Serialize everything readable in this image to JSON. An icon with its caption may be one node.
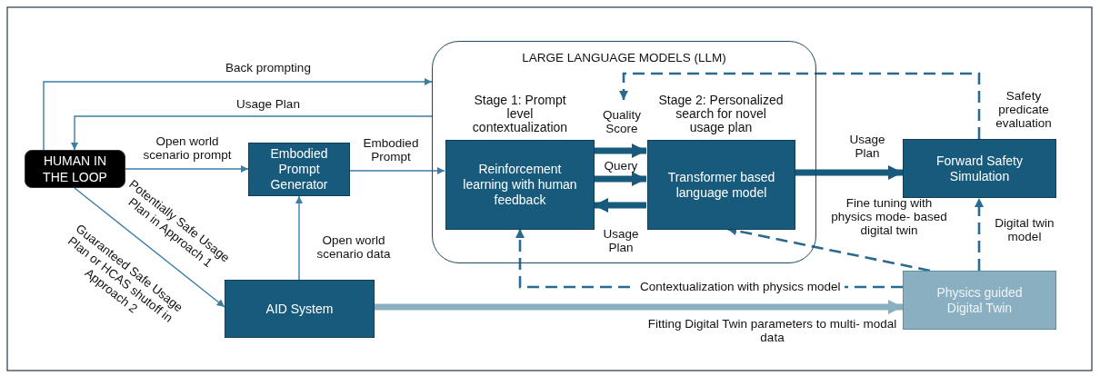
{
  "diagram": {
    "nodes": [
      {
        "text": [
          "LARGE LANGUAGE MODELS (LLM)"
        ]
      },
      {
        "text": [
          "HUMAN IN THE LOOP"
        ]
      },
      {
        "text": [
          "Embodied Prompt Generator"
        ]
      },
      {
        "text": [
          "Reinforcement learning with human feedback"
        ],
        "in": 0,
        "beside": [
          "Stage 1: Prompt level contextualization"
        ]
      },
      {
        "text": [
          "Transformer based language model"
        ],
        "in": 0,
        "beside": [
          "Stage 2: Personalized search for novel usage plan"
        ]
      },
      {
        "text": [
          "Forward Safety Simulation"
        ]
      },
      {
        "text": [
          "AID System"
        ]
      },
      {
        "text": [
          "Physics guided Digital Twin"
        ]
      }
    ],
    "edges": [
      {
        "from": 1,
        "to": 0,
        "arrow": "to",
        "label": "Back prompting"
      },
      {
        "from": 0,
        "to": 1,
        "arrow": "to",
        "label": "Usage Plan"
      },
      {
        "from": 1,
        "to": 2,
        "arrow": "to",
        "label": "Open world scenario prompt"
      },
      {
        "from": 2,
        "to": 3,
        "arrow": "to",
        "label": "Embodied Prompt"
      },
      {
        "from": 1,
        "to": 6,
        "arrow": "to",
        "label": "Potentially Safe Usage Plan in Approach 1"
      },
      {
        "from": 6,
        "to": 2,
        "arrow": "to",
        "label": "Open world scenario data"
      },
      {
        "from": 3,
        "to": 4,
        "arrow": "to",
        "label": "Quality Score",
        "style": "thick"
      },
      {
        "from": 3,
        "to": 4,
        "arrow": "to",
        "label": "Query",
        "style": "thick"
      },
      {
        "from": 4,
        "to": 3,
        "arrow": "to",
        "label": "Usage Plan",
        "style": "thick"
      },
      {
        "from": 4,
        "to": 5,
        "arrow": "to",
        "label": "Usage Plan",
        "style": "thick"
      },
      {
        "from": 5,
        "to": null,
        "arrow": "to",
        "label": "Safety predicate evaluation",
        "style": "dashed"
      },
      {
        "from": 7,
        "to": 4,
        "arrow": "to",
        "label": "Fine tuning with physics mode- based digital twin",
        "style": "dashed"
      },
      {
        "from": 7,
        "to": 3,
        "arrow": "to",
        "label": "Contextualization with physics model",
        "style": "dashed"
      },
      {
        "from": 7,
        "to": 5,
        "arrow": "to",
        "label": "Digital twin model",
        "style": "dashed"
      },
      {
        "from": 6,
        "to": 7,
        "arrow": "to",
        "label": "Fitting Digital Twin parameters to multi- modal data",
        "style": "thick",
        "color": "#8aafc0"
      }
    ],
    "labels": [
      "Guaranteed Safe Usage Plan or HCAS shutoff in Approach 2"
    ]
  }
}
